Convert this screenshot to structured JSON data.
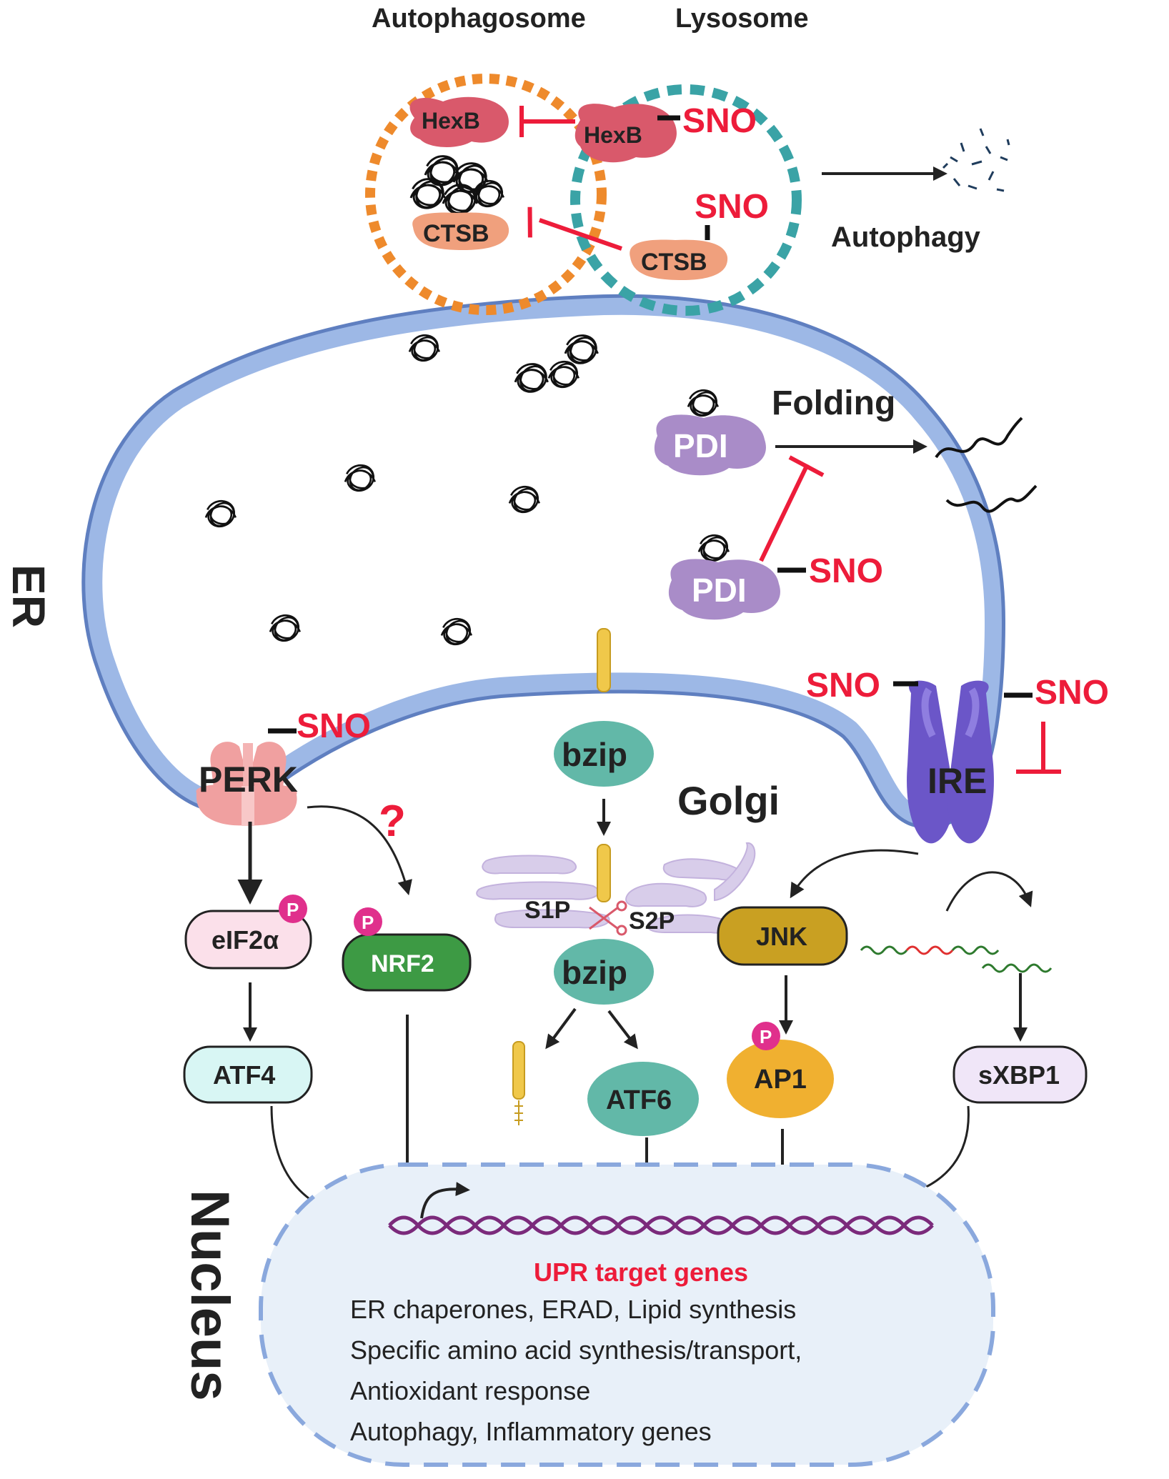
{
  "organelles": {
    "autophagosome": "Autophagosome",
    "lysosome": "Lysosome",
    "er": "ER",
    "golgi": "Golgi",
    "nucleus": "Nucleus"
  },
  "process_labels": {
    "autophagy": "Autophagy",
    "folding": "Folding"
  },
  "proteins": {
    "hexb": "HexB",
    "ctsb": "CTSB",
    "pdi": "PDI",
    "perk": "PERK",
    "ire": "IRE",
    "bzip": "bzip",
    "s1p": "S1P",
    "s2p": "S2P",
    "eif2a": "eIF2α",
    "nrf2": "NRF2",
    "jnk": "JNK",
    "atf4": "ATF4",
    "atf6": "ATF6",
    "ap1": "AP1",
    "sxbp1": "sXBP1"
  },
  "modifications": {
    "sno": "SNO",
    "phospho": "P",
    "unknown": "?"
  },
  "nucleus_text": {
    "title": "UPR target genes",
    "lines": [
      "ER chaperones, ERAD,  Lipid synthesis",
      "Specific amino acid synthesis/transport,",
      "Antioxidant response",
      "Autophagy,  Inflammatory  genes"
    ]
  },
  "colors": {
    "er_membrane": "#8aa8dd",
    "er_membrane_dark": "#5f7fc0",
    "autophagosome": "#ee8a2c",
    "lysosome": "#3aa3a6",
    "hexb": "#d9596b",
    "ctsb": "#f0a07d",
    "pdi": "#a98cc8",
    "perk": "#f0a0a0",
    "ire": "#6b56c8",
    "bzip": "#62b8a8",
    "golgi": "#cfc2e4",
    "eif2a": "#fbe0ea",
    "nrf2": "#3d9a44",
    "jnk": "#c9a022",
    "atf4": "#d8f6f4",
    "atf6": "#62b8a8",
    "ap1": "#f0b030",
    "sxbp1": "#f0e6f8",
    "phospho": "#e0308c",
    "inhibition": "#ed1c3a",
    "nucleus_fill": "#e8f0f9",
    "nucleus_border": "#8aa8dd",
    "dna": "#7b2a7b"
  }
}
